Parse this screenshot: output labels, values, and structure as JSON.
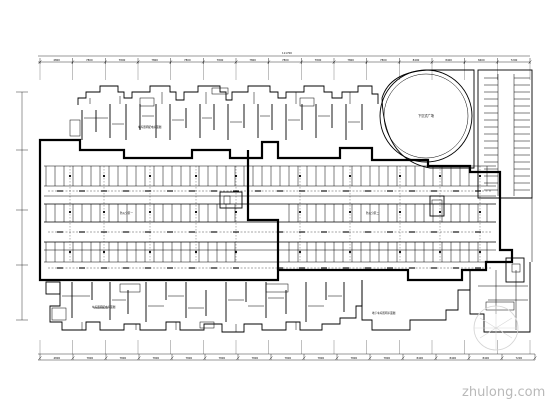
{
  "drawing": {
    "dim_top": [
      "4800",
      "7800",
      "7800",
      "7800",
      "7800",
      "7800",
      "7800",
      "7800",
      "7800",
      "7800",
      "7800",
      "8400",
      "8400",
      "8400",
      "7200"
    ],
    "dim_bottom": [
      "4800",
      "7800",
      "7800",
      "7800",
      "7800",
      "7800",
      "7800",
      "7800",
      "7800",
      "7800",
      "7800",
      "8400",
      "8400",
      "8400",
      "7200"
    ],
    "dim_total": "111700",
    "ramp_label": "下沉式广场",
    "zone_labels": [
      "防火分区一",
      "防火分区二"
    ],
    "notes": [
      "车库照明配电平面图",
      "地下车库照明平面图"
    ],
    "watermark": "zhulong.com"
  },
  "colors": {
    "line": "#000000",
    "watermark": "#b9b9b9"
  }
}
